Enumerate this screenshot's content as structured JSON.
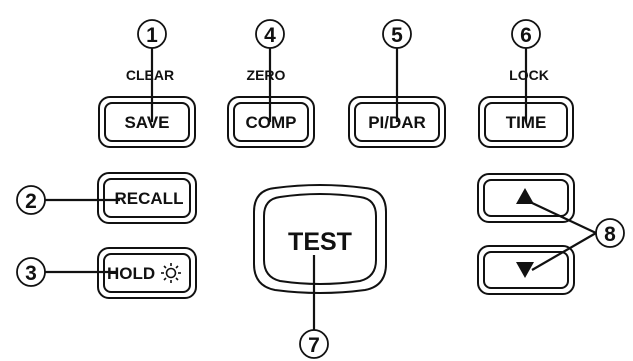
{
  "top_labels": {
    "clear": "CLEAR",
    "zero": "ZERO",
    "lock": "LOCK"
  },
  "buttons": {
    "save": "SAVE",
    "comp": "COMP",
    "pi_dar": "PI/DAR",
    "time": "TIME",
    "recall": "RECALL",
    "hold": "HOLD",
    "test": "TEST",
    "up": "▲",
    "down": "▼"
  },
  "icons": {
    "hold": "sun-icon",
    "up": "up-arrow-icon",
    "down": "down-arrow-icon"
  },
  "callouts": {
    "n1": "1",
    "n2": "2",
    "n3": "3",
    "n4": "4",
    "n5": "5",
    "n6": "6",
    "n7": "7",
    "n8": "8"
  }
}
